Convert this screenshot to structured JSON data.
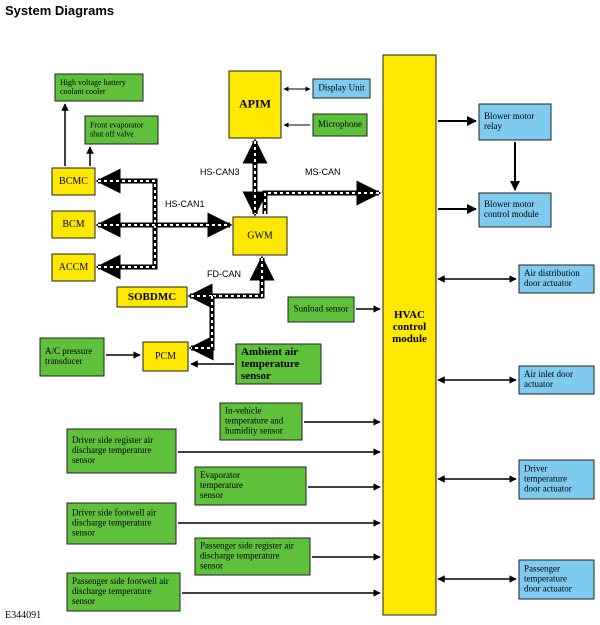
{
  "title": "System Diagrams",
  "figure_id": "E344091",
  "colors": {
    "module": "#ffe800",
    "sensor": "#5fc03c",
    "actuator": "#7ecbef",
    "outline": "#222222",
    "line": "#000000"
  },
  "bus_labels": {
    "hs_can3": "HS-CAN3",
    "ms_can": "MS-CAN",
    "hs_can1": "HS-CAN1",
    "fd_can": "FD-CAN"
  },
  "boxes": {
    "apim": [
      "APIM"
    ],
    "display_unit": [
      "Display Unit"
    ],
    "microphone": [
      "Microphone"
    ],
    "hv_battery_cooler": [
      "High voltage battery",
      "coolant cooler"
    ],
    "front_evap_valve": [
      "Front evaporator",
      "shut off valve"
    ],
    "bcmc": [
      "BCMC"
    ],
    "bcm": [
      "BCM"
    ],
    "accm": [
      "ACCM"
    ],
    "gwm": [
      "GWM"
    ],
    "sobdmc": [
      "SOBDMC"
    ],
    "sunload_sensor": [
      "Sunload sensor"
    ],
    "ac_pressure": [
      "A/C pressure",
      "transducer"
    ],
    "pcm": [
      "PCM"
    ],
    "ambient_air": [
      "Ambient air",
      "temperature",
      "sensor"
    ],
    "in_vehicle": [
      "In-vehicle",
      "temperature and",
      "humidity sensor"
    ],
    "driver_register": [
      "Driver side register air",
      "discharge temperature",
      "sensor"
    ],
    "evaporator": [
      "Evaporator",
      "temperature",
      "sensor"
    ],
    "driver_footwell": [
      "Driver side footwell air",
      "discharge temperature",
      "sensor"
    ],
    "passenger_register": [
      "Passenger side register air",
      "discharge temperature",
      "sensor"
    ],
    "passenger_footwell": [
      "Passenger side footwell air",
      "discharge temperature",
      "sensor"
    ],
    "hvac": [
      "HVAC",
      "control",
      "module"
    ],
    "blower_relay": [
      "Blower motor",
      "relay"
    ],
    "blower_control": [
      "Blower motor",
      "control module"
    ],
    "air_distribution": [
      "Air distribution",
      "door actuator"
    ],
    "air_inlet": [
      "Air inlet door",
      "actuator"
    ],
    "driver_temp_door": [
      "Driver",
      "temperature",
      "door actuator"
    ],
    "passenger_temp_door": [
      "Passenger",
      "temperature",
      "door actuator"
    ]
  }
}
